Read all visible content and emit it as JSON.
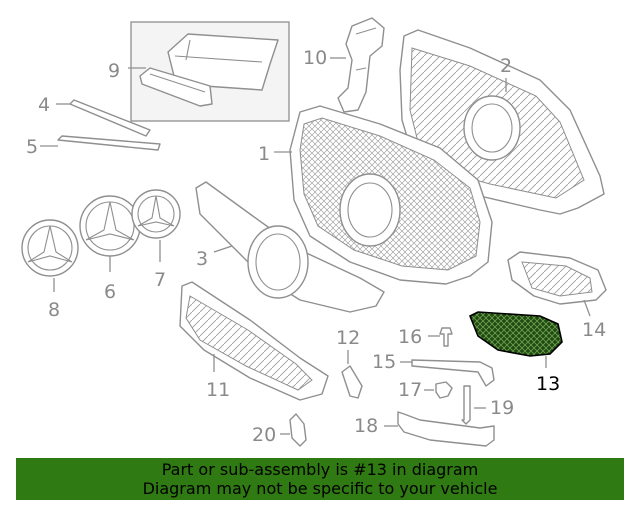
{
  "diagram": {
    "callouts": {
      "c1": "1",
      "c2": "2",
      "c3": "3",
      "c4": "4",
      "c5": "5",
      "c6": "6",
      "c7": "7",
      "c8": "8",
      "c9": "9",
      "c10": "10",
      "c11": "11",
      "c12": "12",
      "c13": "13",
      "c14": "14",
      "c15": "15",
      "c16": "16",
      "c17": "17",
      "c18": "18",
      "c19": "19",
      "c20": "20"
    },
    "highlighted_part": "13",
    "colors": {
      "highlight_fill": "#1f4a12",
      "highlight_mesh": "#6fa04f",
      "line": "#8f8f8f"
    }
  },
  "banner": {
    "line1": "Part or sub-assembly is #13 in diagram",
    "line2": "Diagram may not be specific to your vehicle",
    "background": "#2f7a12"
  }
}
